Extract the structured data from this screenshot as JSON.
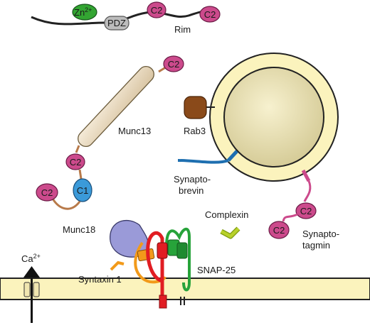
{
  "labels": {
    "rim": "Rim",
    "zn": "Zn",
    "zn_sup": "2+",
    "pdz": "PDZ",
    "c2": "C2",
    "c1": "C1",
    "munc13": "Munc13",
    "munc18": "Munc18",
    "rab3": "Rab3",
    "synaptobrevin_1": "Synapto-",
    "synaptobrevin_2": "brevin",
    "complexin": "Complexin",
    "synaptotagmin_1": "Synapto-",
    "synaptotagmin_2": "tagmin",
    "syntaxin": "Syntaxin 1",
    "snap25": "SNAP-25",
    "ca": "Ca",
    "ca_sup": "2+"
  },
  "colors": {
    "c2_domain": "#cc4a8c",
    "c1_domain": "#3b9ad9",
    "zn_domain": "#33a532",
    "pdz_domain": "#bcbcbc",
    "munc13_body": "#eadcc6",
    "vesicle_membrane": "#fbf3bd",
    "vesicle_lumen": "#d8d0a0",
    "rab3": "#8a4a1a",
    "synaptobrevin": "#1e6fb0",
    "munc18": "#9a9ad8",
    "syntaxin_red": "#e11d23",
    "syntaxin_orange": "#f29a1a",
    "snap25_green": "#27a33a",
    "complexin": "#b8d12a",
    "plasma_membrane": "#fbf3bd"
  }
}
